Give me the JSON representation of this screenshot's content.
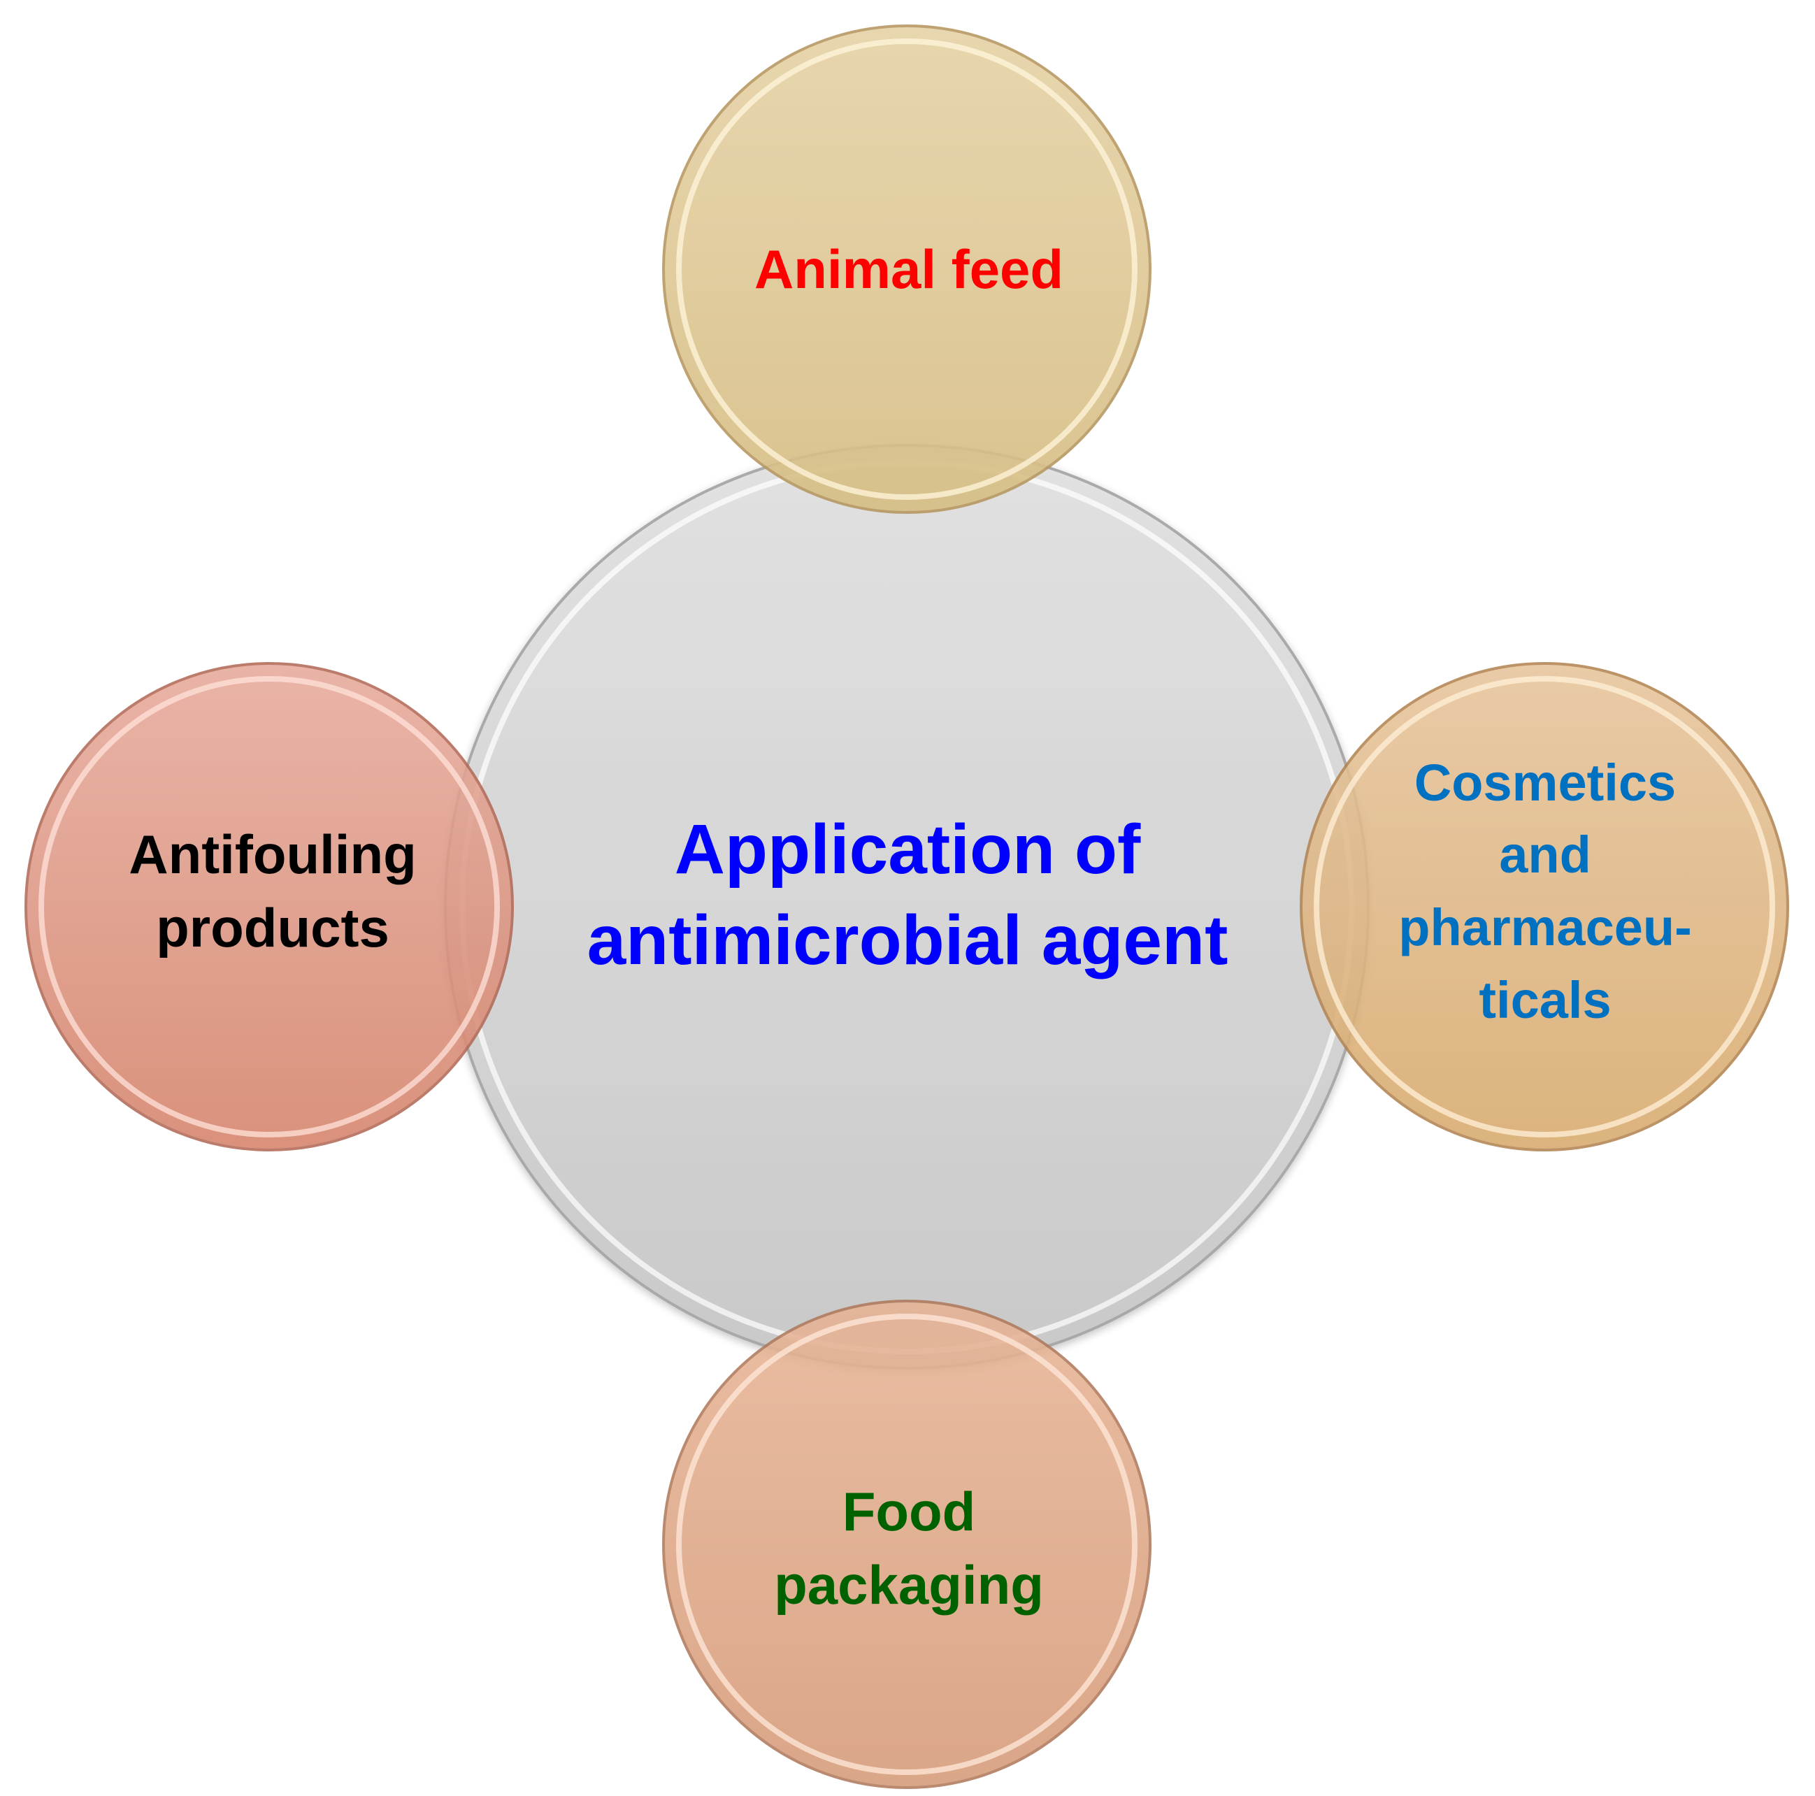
{
  "diagram": {
    "center": {
      "lines": [
        "Application of",
        "antimicrobial agent"
      ],
      "text_color": "#0000ff",
      "fill_top": "#e2e2e2",
      "fill_bottom": "#c9c9c9",
      "rim_color": "#a6a6a6"
    },
    "nodes": {
      "top": {
        "lines": [
          "Animal feed"
        ],
        "text_color": "#ff0000",
        "fill_top": "#e6d2a6",
        "fill_bottom": "#d6bd83",
        "rim_color": "#b89862"
      },
      "left": {
        "lines": [
          "Antifouling",
          "products"
        ],
        "text_color": "#000000",
        "fill_top": "#e6aa9b",
        "fill_bottom": "#d5836b",
        "rim_color": "#b36a58"
      },
      "right": {
        "lines": [
          "Cosmetics",
          "and",
          "pharmaceu-",
          "ticals"
        ],
        "text_color": "#0070c0",
        "fill_top": "#e6c49b",
        "fill_bottom": "#d8a96c",
        "rim_color": "#b38552"
      },
      "bottom": {
        "lines": [
          "Food",
          "packaging"
        ],
        "text_color": "#006100",
        "fill_top": "#e7b495",
        "fill_bottom": "#d69a78",
        "rim_color": "#b07a5c"
      }
    }
  }
}
